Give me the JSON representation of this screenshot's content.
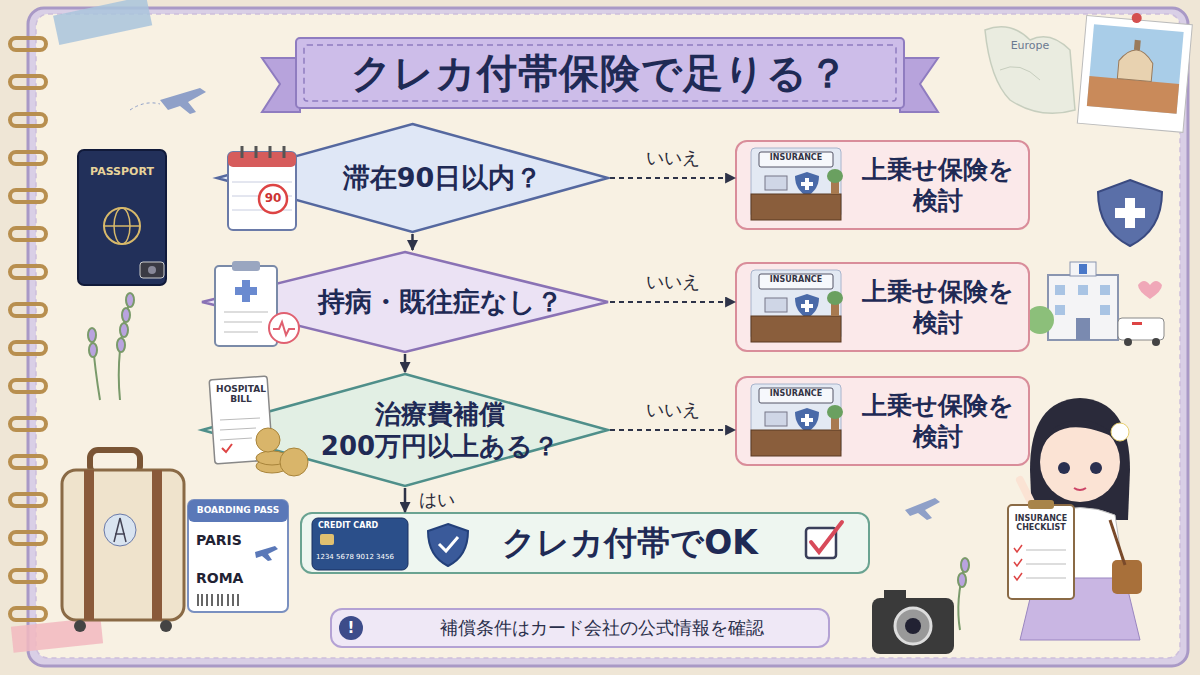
{
  "diagram": {
    "title": "クレカ付帯保険で足りる？",
    "nodes": [
      {
        "text": [
          "滞在90日以内？"
        ]
      },
      {
        "text": [
          "上乗せ保険を 検討"
        ]
      },
      {
        "text": [
          "持病・既往症なし？"
        ]
      },
      {
        "text": [
          "上乗せ保険を 検討"
        ]
      },
      {
        "text": [
          "治療費補償 200万円以上ある？"
        ]
      },
      {
        "text": [
          "上乗せ保険を 検討"
        ]
      },
      {
        "text": [
          "クレカ付帯でOK"
        ]
      },
      {
        "text": [
          "補償条件はカード会社の公式情報を確認"
        ]
      }
    ],
    "edges": [
      {
        "from": 0,
        "to": 1,
        "label": "いいえ",
        "arrow": "to"
      },
      {
        "from": 0,
        "to": 2,
        "arrow": "to"
      },
      {
        "from": 2,
        "to": 3,
        "label": "いいえ",
        "arrow": "to"
      },
      {
        "from": 2,
        "to": 4,
        "arrow": "to"
      },
      {
        "from": 4,
        "to": 5,
        "label": "いいえ",
        "arrow": "to"
      },
      {
        "from": 4,
        "to": 6,
        "label": "はい",
        "arrow": "to"
      }
    ],
    "labels": [
      "Europe",
      "PASSPORT",
      "90",
      "INSURANCE",
      "HOSPITAL BILL",
      "INSURANCE",
      "INSURANCE",
      "CREDIT CARD",
      "1234 5678 9012 3456",
      "BOARDING PASS",
      "PARIS",
      "ROMA",
      "INSURANCE CHECKLIST",
      "!"
    ]
  }
}
